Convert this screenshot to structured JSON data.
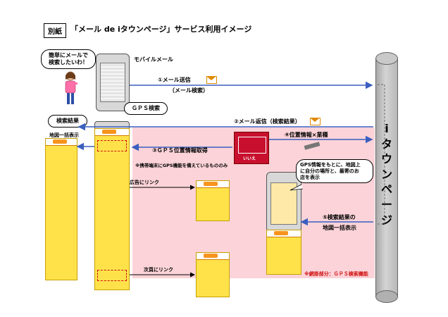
{
  "header": {
    "tag": "別紙",
    "title": "「メール de iタウンページ」サービス利用イメージ"
  },
  "bubbles": {
    "user": "簡単にメールで\n検索したいわ！",
    "gps_info": "GPS情報をもとに、地図上\nに自分の場所と、最寄のお\n店を表示"
  },
  "labels": {
    "mobile_mail": "モバイルメール",
    "gps_search": "ＧＰＳ検索",
    "search_result": "検索結果",
    "map_list": "地図一括表示",
    "ad_link": "広告にリンク",
    "next_page_link": "次頁にリンク",
    "gps_note": "※携帯端末にGPS機能を備えているもののみ",
    "shaded_note": "※網掛部分：ＧＰＳ検索機能",
    "iconfirm_ok": "いいえ"
  },
  "steps": {
    "s1_main": "①メール送信",
    "s1_sub": "（メール検索）",
    "s2": "②メール返信（検索結果）",
    "s3": "③ＧＰＳ位置情報取得",
    "s4": "④位置情報×業種",
    "s5_main": "⑤検索結果の",
    "s5_sub": "地図一括表示"
  },
  "system": {
    "name": "iタウンページ"
  },
  "colors": {
    "arrow": "#3b5fbf",
    "shade": "#fbd3d8",
    "accent": "#f7941d",
    "strip": "#ffe24a"
  },
  "icons": {
    "mail": "envelope-icon",
    "user": "person-icon",
    "database": "cylinder-icon"
  }
}
